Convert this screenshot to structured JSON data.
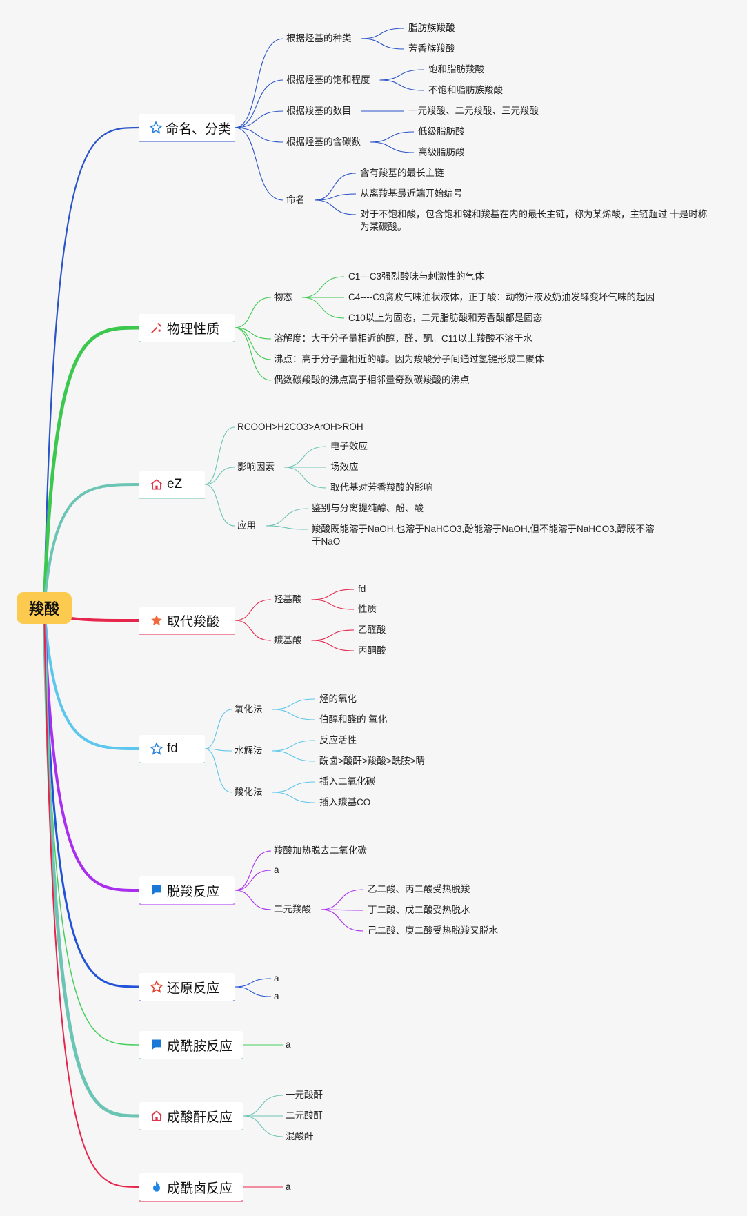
{
  "root": {
    "label": "羧酸"
  },
  "branches": [
    {
      "id": "b1",
      "label": "命名、分类",
      "icon": "star-outline-icon",
      "color": "#2b54c9",
      "children": [
        {
          "label": "根据烃基的种类",
          "children": [
            {
              "label": "脂肪族羧酸"
            },
            {
              "label": "芳香族羧酸"
            }
          ]
        },
        {
          "label": "根据烃基的饱和程度",
          "children": [
            {
              "label": "饱和脂肪羧酸"
            },
            {
              "label": "不饱和脂肪族羧酸"
            }
          ]
        },
        {
          "label": "根据羧基的数目",
          "children": [
            {
              "label": "一元羧酸、二元羧酸、三元羧酸"
            }
          ]
        },
        {
          "label": "根据烃基的含碳数",
          "children": [
            {
              "label": "低级脂肪酸"
            },
            {
              "label": "高级脂肪酸"
            }
          ]
        },
        {
          "label": "命名",
          "children": [
            {
              "label": "含有羧基的最长主链"
            },
            {
              "label": "从离羧基最近端开始编号"
            },
            {
              "label": "对于不饱和酸，包含饱和键和羧基在内的最长主链，称为某烯酸，主链超过 十是时称为某碳酸。"
            }
          ]
        }
      ]
    },
    {
      "id": "b2",
      "label": "物理性质",
      "icon": "tools-icon",
      "color": "#3cc84f",
      "children": [
        {
          "label": "物态",
          "children": [
            {
              "label": "C1---C3强烈酸味与刺激性的气体"
            },
            {
              "label": "C4----C9腐败气味油状液体，正丁酸：动物汗液及奶油发酵变坏气味的起因"
            },
            {
              "label": "C10以上为固态，二元脂肪酸和芳香酸都是固态"
            }
          ]
        },
        {
          "label": "溶解度：大于分子量相近的醇，醛，酮。C11以上羧酸不溶于水",
          "children": []
        },
        {
          "label": "沸点：高于分子量相近的醇。因为羧酸分子间通过氢键形成二聚体",
          "children": []
        },
        {
          "label": "偶数碳羧酸的沸点高于相邻量奇数碳羧酸的沸点",
          "children": []
        }
      ]
    },
    {
      "id": "b3",
      "label": "eZ",
      "icon": "home-icon",
      "color": "#6cc4b4",
      "children": [
        {
          "label": "RCOOH>H2CO3>ArOH>ROH",
          "children": []
        },
        {
          "label": "影响因素",
          "children": [
            {
              "label": "电子效应"
            },
            {
              "label": "场效应"
            },
            {
              "label": "取代基对芳香羧酸的影响"
            }
          ]
        },
        {
          "label": "应用",
          "children": [
            {
              "label": "鉴别与分离提纯醇、酚、酸"
            },
            {
              "label": "羧酸既能溶于NaOH,也溶于NaHCO3,酚能溶于NaOH,但不能溶于NaHCO3,醇既不溶于NaO"
            }
          ]
        }
      ]
    },
    {
      "id": "b4",
      "label": "取代羧酸",
      "icon": "star-filled-icon",
      "color": "#e5254b",
      "children": [
        {
          "label": "羟基酸",
          "children": [
            {
              "label": "fd"
            },
            {
              "label": "性质"
            }
          ]
        },
        {
          "label": "羰基酸",
          "children": [
            {
              "label": "乙醛酸"
            },
            {
              "label": "丙酮酸"
            }
          ]
        }
      ]
    },
    {
      "id": "b5",
      "label": "fd",
      "icon": "star-outline-icon",
      "color": "#5cc6ec",
      "children": [
        {
          "label": "氧化法",
          "children": [
            {
              "label": "烃的氧化"
            },
            {
              "label": "伯醇和醛的 氧化"
            }
          ]
        },
        {
          "label": "水解法",
          "children": [
            {
              "label": "反应活性"
            },
            {
              "label": "酰卤>酸酐>羧酸>酰胺>睛"
            }
          ]
        },
        {
          "label": "羧化法",
          "children": [
            {
              "label": "插入二氧化碳"
            },
            {
              "label": "插入羰基CO"
            }
          ]
        }
      ]
    },
    {
      "id": "b6",
      "label": "脱羧反应",
      "icon": "flag-icon",
      "color": "#aa2ef0",
      "children": [
        {
          "label": "羧酸加热脱去二氧化碳",
          "children": []
        },
        {
          "label": "a",
          "children": []
        },
        {
          "label": "二元羧酸",
          "children": [
            {
              "label": "乙二酸、丙二酸受热脱羧"
            },
            {
              "label": "丁二酸、戊二酸受热脱水"
            },
            {
              "label": "己二酸、庚二酸受热脱羧又脱水"
            }
          ]
        }
      ]
    },
    {
      "id": "b7",
      "label": "还原反应",
      "icon": "star-outline-red-icon",
      "color": "#2252d8",
      "children": [
        {
          "label": "a",
          "children": []
        },
        {
          "label": "a",
          "children": []
        }
      ]
    },
    {
      "id": "b8",
      "label": "成酰胺反应",
      "icon": "flag-icon",
      "color": "#47cf5e",
      "children": [
        {
          "label": "a",
          "children": []
        }
      ]
    },
    {
      "id": "b9",
      "label": "成酸酐反应",
      "icon": "home-icon",
      "color": "#6cc4b4",
      "children": [
        {
          "label": "一元酸酐",
          "children": []
        },
        {
          "label": "二元酸酐",
          "children": []
        },
        {
          "label": "混酸酐",
          "children": []
        }
      ]
    },
    {
      "id": "b10",
      "label": "成酰卤反应",
      "icon": "flame-icon",
      "color": "#e5254b",
      "children": [
        {
          "label": "a",
          "children": []
        }
      ]
    }
  ]
}
